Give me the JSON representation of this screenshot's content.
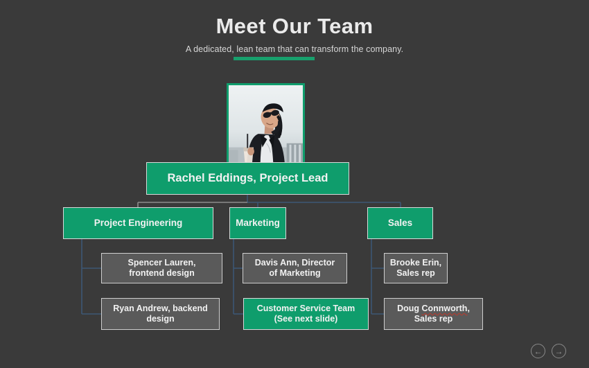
{
  "slide": {
    "background_color": "#3a3a3a",
    "accent_color": "#18a06d",
    "green_box_color": "#0f9d6c",
    "gray_box_color": "#5a5a5a",
    "connector_color": "#3c5775",
    "connector_highlight_color": "#8d8d8d",
    "text_color": "#f2f2f2"
  },
  "header": {
    "title": "Meet Our Team",
    "subtitle": "A dedicated, lean team that can transform the company."
  },
  "photo": {
    "alt": "Woman in dark blazer and sunglasses holding an iced drink"
  },
  "org_chart": {
    "lead": {
      "label": "Rachel Eddings, Project Lead",
      "style": "green"
    },
    "departments": [
      {
        "label": "Project Engineering",
        "style": "green"
      },
      {
        "label": "Marketing",
        "style": "green"
      },
      {
        "label": "Sales",
        "style": "green"
      }
    ],
    "members": [
      {
        "label": "Spencer Lauren,\nfrontend design",
        "style": "gray",
        "department": "Project Engineering"
      },
      {
        "label": "Davis Ann, Director\nof Marketing",
        "style": "gray",
        "department": "Marketing"
      },
      {
        "label": "Brooke Erin,\nSales rep",
        "style": "gray",
        "department": "Sales"
      },
      {
        "label": "Ryan Andrew, backend\ndesign",
        "style": "gray",
        "department": "Project Engineering"
      },
      {
        "label": "Customer Service Team\n(See next slide)",
        "style": "green",
        "department": "Marketing"
      },
      {
        "label": "Doug Connworth,\nSales rep",
        "style": "gray",
        "department": "Sales",
        "misspelled_word": "Connworth"
      }
    ]
  },
  "navigation": {
    "prev_label": "←",
    "next_label": "→",
    "prev_name": "previous-slide",
    "next_name": "next-slide"
  }
}
